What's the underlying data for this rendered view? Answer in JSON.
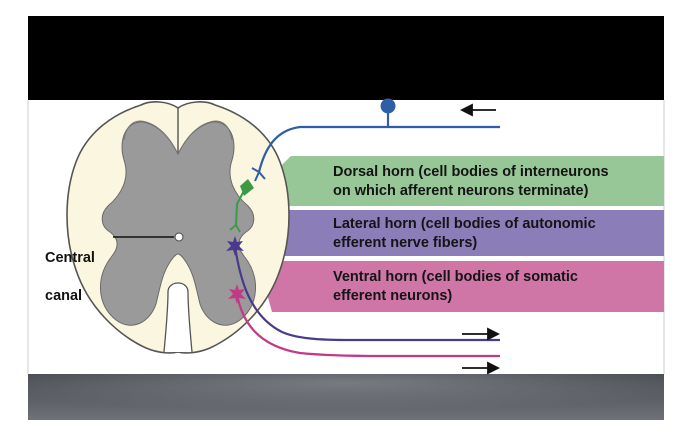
{
  "diagram": {
    "central_canal_label": [
      "Central",
      "canal"
    ],
    "bands": [
      {
        "id": "dorsal",
        "lines": [
          "Dorsal horn (cell bodies of interneurons",
          "on which afferent neurons terminate)"
        ],
        "color": "#97c796"
      },
      {
        "id": "lateral",
        "lines": [
          "Lateral horn (cell bodies of autonomic",
          "efferent nerve fibers)"
        ],
        "color": "#8b7db8"
      },
      {
        "id": "ventral",
        "lines": [
          "Ventral horn (cell bodies of somatic",
          "efferent neurons)"
        ],
        "color": "#cf76a7"
      }
    ],
    "colors": {
      "white_matter": "#fbf6df",
      "gray_matter": "#9a9a9a",
      "afferent_neuron": "#2f5ea8",
      "autonomic_neuron": "#4b3a8c",
      "somatic_neuron": "#c23a86",
      "interneuron": "#3c9a46",
      "top_bar": "#000000",
      "bottom_bar": "#5e6068"
    }
  }
}
